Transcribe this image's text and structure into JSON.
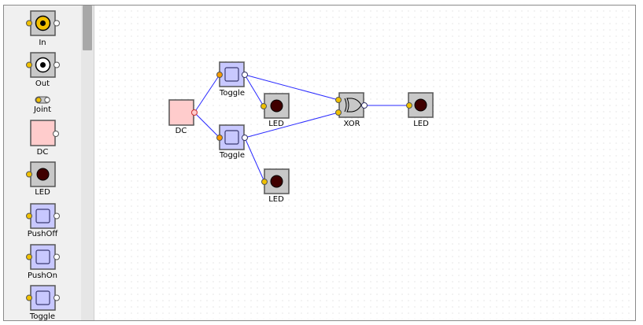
{
  "palette": {
    "items": [
      {
        "label": "In",
        "icon": "input-icon"
      },
      {
        "label": "Out",
        "icon": "output-icon"
      },
      {
        "label": "Joint",
        "icon": "joint-icon"
      },
      {
        "label": "DC",
        "icon": "dc-source-icon"
      },
      {
        "label": "LED",
        "icon": "led-icon"
      },
      {
        "label": "PushOff",
        "icon": "push-off-icon"
      },
      {
        "label": "PushOn",
        "icon": "push-on-icon"
      },
      {
        "label": "Toggle",
        "icon": "toggle-icon"
      }
    ]
  },
  "circuit": {
    "dc_label": "DC",
    "toggle_top_label": "Toggle",
    "toggle_bottom_label": "Toggle",
    "led_top_label": "LED",
    "led_bottom_label": "LED",
    "xor_label": "XOR",
    "led_out_label": "LED"
  },
  "colors": {
    "wire": "#2a2aff",
    "toggle_fill": "#c8c8ff",
    "dc_fill": "#ffcccc",
    "led_dark": "#400000",
    "pin_yellow": "#f0c000"
  }
}
